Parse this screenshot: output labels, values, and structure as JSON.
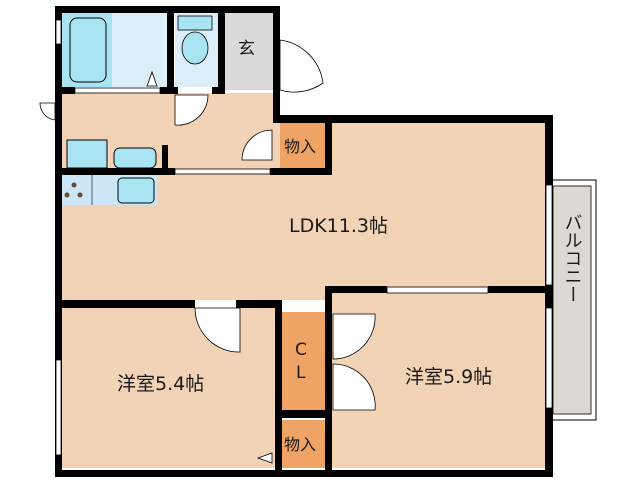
{
  "floorplan": {
    "rooms": {
      "ldk": {
        "label": "LDK11.3帖"
      },
      "western1": {
        "label": "洋室5.4帖"
      },
      "western2": {
        "label": "洋室5.9帖"
      },
      "entrance": {
        "label": "玄"
      },
      "storage_top": {
        "label": "物入"
      },
      "storage_bottom": {
        "label": "物入"
      },
      "closet": {
        "label_c": "C",
        "label_l": "L"
      },
      "balcony": {
        "label": "バルコニー"
      }
    },
    "colors": {
      "room_floor": "#F2D3B6",
      "storage": "#EFA466",
      "wet_area": "#DCEEFA",
      "fixture": "#A9E4F2",
      "entrance": "#DADADA",
      "balcony": "#DDD8D3",
      "wall": "#000000"
    }
  }
}
